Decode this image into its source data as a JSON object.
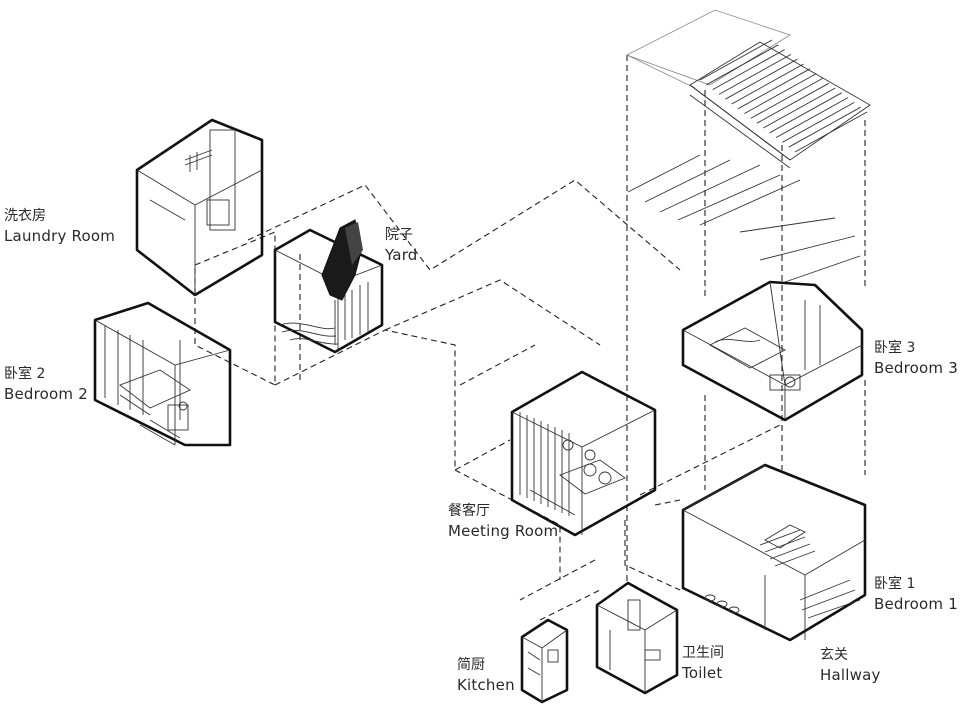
{
  "labels": {
    "laundry": {
      "zh": "洗衣房",
      "en": "Laundry Room"
    },
    "bedroom2": {
      "zh": "卧室 2",
      "en": "Bedroom 2"
    },
    "yard": {
      "zh": "院子",
      "en": "Yard"
    },
    "meeting": {
      "zh": "餐客厅",
      "en": "Meeting Room"
    },
    "bedroom3": {
      "zh": "卧室 3",
      "en": "Bedroom 3"
    },
    "bedroom1": {
      "zh": "卧室 1",
      "en": "Bedroom 1"
    },
    "hallway": {
      "zh": "玄关",
      "en": "Hallway"
    },
    "toilet": {
      "zh": "卫生间",
      "en": "Toilet"
    },
    "kitchen": {
      "zh": "简厨",
      "en": "Kitchen"
    }
  },
  "colors": {
    "line": "#111111",
    "accent": "#222222",
    "background": "#ffffff"
  }
}
